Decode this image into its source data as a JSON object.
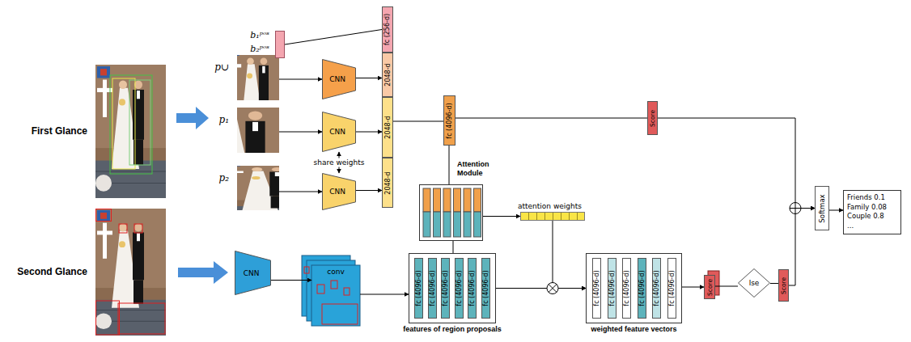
{
  "diagram": {
    "nodes": [
      {
        "text": [
          "First Glance"
        ]
      },
      {
        "text": [
          "Second Glance"
        ]
      },
      {
        "text": [
          "b₁ᵖᵒˢ",
          "b₂ᵖᵒˢ"
        ]
      },
      {
        "text": [
          "p∪"
        ]
      },
      {
        "text": [
          "p₁"
        ]
      },
      {
        "text": [
          "p₂"
        ]
      },
      {
        "text": [
          "CNN"
        ]
      },
      {
        "text": [
          "CNN"
        ]
      },
      {
        "text": [
          "CNN"
        ]
      },
      {
        "text": [
          "fc (256-d)"
        ]
      },
      {
        "text": [
          "2048-d"
        ]
      },
      {
        "text": [
          "2048-d"
        ]
      },
      {
        "text": [
          "2048-d"
        ]
      },
      {
        "text": [
          "fc (4096-d)"
        ]
      },
      {
        "text": [
          "Score"
        ]
      },
      {
        "text": [
          "Attention Module"
        ]
      },
      {
        "text": [
          "attention weights"
        ]
      },
      {
        "text": [
          "CNN"
        ]
      },
      {
        "text": [
          "conv"
        ]
      },
      {
        "text": [
          "features of region proposals"
        ]
      },
      {
        "text": [
          "fc (4096-d)"
        ],
        "in": 19
      },
      {
        "text": [
          "fc (4096-d)"
        ],
        "in": 19
      },
      {
        "text": [
          "fc (4096-d)"
        ],
        "in": 19
      },
      {
        "text": [
          "fc (4096-d)"
        ],
        "in": 19
      },
      {
        "text": [
          "fc (4096-d)"
        ],
        "in": 19
      },
      {
        "text": [
          "fc (4096-d)"
        ],
        "in": 19
      },
      {
        "text": [
          "weighted feature vectors"
        ]
      },
      {
        "text": [
          "fc (4096-d)"
        ],
        "in": 26
      },
      {
        "text": [
          "fc (4096-d)"
        ],
        "in": 26
      },
      {
        "text": [
          "fc (4096-d)"
        ],
        "in": 26
      },
      {
        "text": [
          "fc (4096-d)"
        ],
        "in": 26
      },
      {
        "text": [
          "fc (4096-d)"
        ],
        "in": 26
      },
      {
        "text": [
          "fc (4096-d)"
        ],
        "in": 26
      },
      {
        "text": [
          "Score"
        ]
      },
      {
        "text": [
          "lse"
        ]
      },
      {
        "text": [
          "Score"
        ]
      },
      {
        "text": [
          "Softmax"
        ]
      },
      {
        "text": [
          "Friends 0.1",
          "Family 0.08",
          "Couple 0.8",
          "..."
        ]
      }
    ],
    "edges": [
      {
        "from": 2,
        "to": 9,
        "arrow": "none"
      },
      {
        "from": 3,
        "to": 6,
        "arrow": "to"
      },
      {
        "from": 4,
        "to": 7,
        "arrow": "to"
      },
      {
        "from": 5,
        "to": 8,
        "arrow": "to"
      },
      {
        "from": 6,
        "to": 10,
        "arrow": "to"
      },
      {
        "from": 7,
        "to": 11,
        "arrow": "to"
      },
      {
        "from": 8,
        "to": 12,
        "arrow": "to"
      },
      {
        "from": 7,
        "to": 8,
        "arrow": "both",
        "label": "share weights"
      },
      {
        "from": 11,
        "to": 13,
        "arrow": "none"
      },
      {
        "from": 13,
        "to": 14,
        "arrow": "none"
      },
      {
        "from": 14,
        "to": 36,
        "arrow": "to"
      },
      {
        "from": 13,
        "to": 15,
        "arrow": "none"
      },
      {
        "from": 15,
        "to": 16,
        "arrow": "to"
      },
      {
        "from": 16,
        "to": 26,
        "arrow": "to"
      },
      {
        "from": 19,
        "to": 15,
        "arrow": "none"
      },
      {
        "from": 19,
        "to": 26,
        "arrow": "to"
      },
      {
        "from": 17,
        "to": 18,
        "arrow": "to"
      },
      {
        "from": 18,
        "to": 19,
        "arrow": "to"
      },
      {
        "from": 26,
        "to": 33,
        "arrow": "to"
      },
      {
        "from": 33,
        "to": 34,
        "arrow": "none"
      },
      {
        "from": 34,
        "to": 35,
        "arrow": "none"
      },
      {
        "from": 35,
        "to": 36,
        "arrow": "to"
      },
      {
        "from": 36,
        "to": 37,
        "arrow": "to"
      }
    ]
  }
}
